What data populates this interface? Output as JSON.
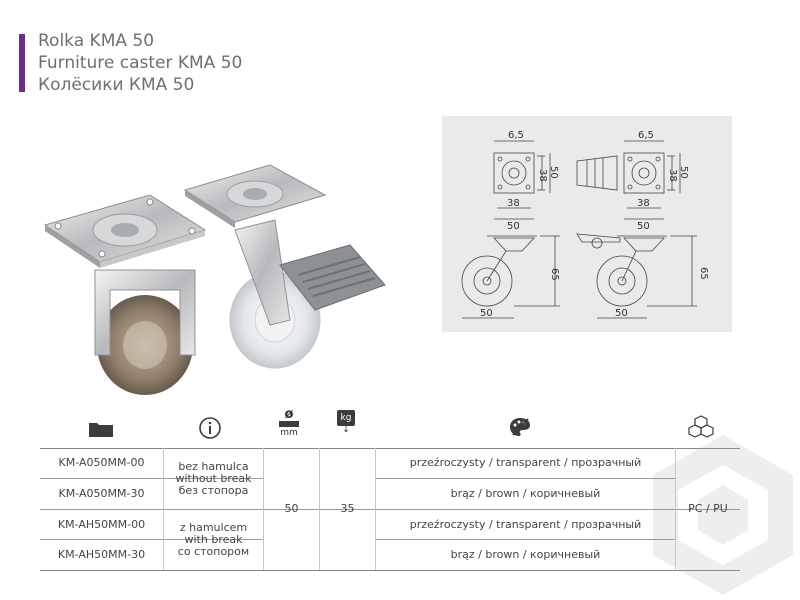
{
  "header": {
    "title_pl": "Rolka KMA 50",
    "title_en": "Furniture caster KMA 50",
    "title_ru": "Колёсики КМА 50"
  },
  "drawing": {
    "dim_6_5_a": "6,5",
    "dim_38_a": "38",
    "dim_50_a": "50",
    "dim_38_b": "38",
    "dim_50_b": "50",
    "dim_65_a": "65",
    "dim_50_c": "50",
    "dim_6_5_b": "6,5",
    "dim_38_c": "38",
    "dim_50_d": "50",
    "dim_38_d": "38",
    "dim_50_e": "50",
    "dim_65_b": "65",
    "dim_50_f": "50"
  },
  "table": {
    "icons": {
      "code": "folder-icon",
      "info": "info-icon",
      "diameter": "diameter-icon",
      "load": "weight-icon",
      "color": "palette-icon",
      "material": "cubes-icon"
    },
    "diameter_icon_symbol": "ø",
    "diameter_icon_unit": "mm",
    "load_icon_unit": "kg",
    "rows": [
      {
        "code": "KM-A050MM-00",
        "color": "przeźroczysty / transparent / прозрачный"
      },
      {
        "code": "KM-A050MM-30",
        "color": "brąz / brown / коричневый"
      },
      {
        "code": "KM-AH50MM-00",
        "color": "przeźroczysty / transparent / прозрачный"
      },
      {
        "code": "KM-AH50MM-30",
        "color": "brąz / brown / коричневый"
      }
    ],
    "brake_no": [
      "bez hamulca",
      "without break",
      "без стопора"
    ],
    "brake_yes": [
      "z hamulcem",
      "with break",
      "со стопором"
    ],
    "diameter": "50",
    "load": "35",
    "material": "PC / PU"
  },
  "colors": {
    "accent": "#6b2d8c",
    "drawing_bg": "#e9eaeb"
  }
}
